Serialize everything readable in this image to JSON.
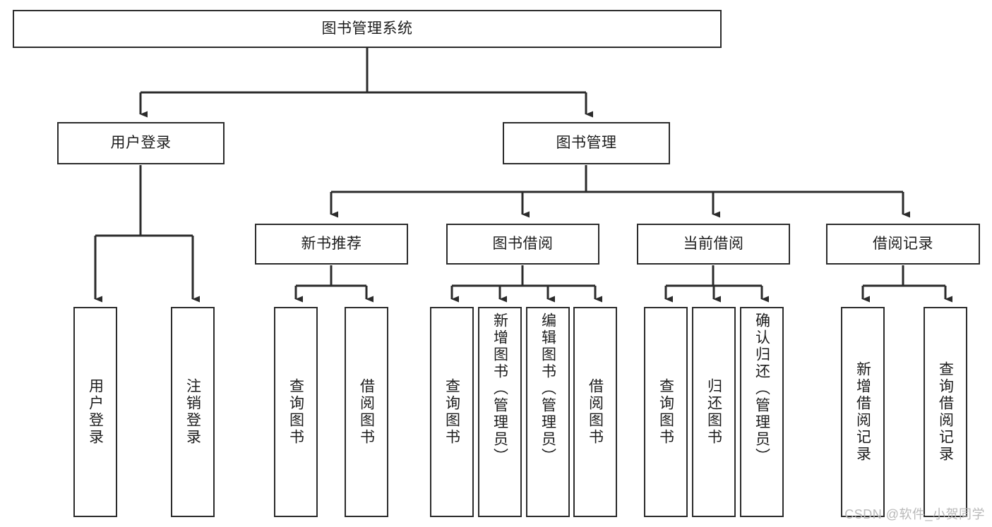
{
  "diagram": {
    "title": "图书管理系统",
    "watermark": "CSDN @软件_小贺同学",
    "line_color": "#2b2b2b",
    "box_fill": "#ffffff",
    "text_color": "#1d1d1d",
    "watermark_color": "#b9b9b9",
    "nodes": {
      "root": "图书管理系统",
      "level2": {
        "user_login": "用户登录",
        "book_manage": "图书管理"
      },
      "level3": {
        "new_book_recommend": "新书推荐",
        "book_borrow": "图书借阅",
        "current_borrow": "当前借阅",
        "borrow_record": "借阅记录"
      },
      "leaves": {
        "user_login_1": "用户登录",
        "user_login_2": "注销登录",
        "new_book_1": "查询图书",
        "new_book_2": "借阅图书",
        "book_borrow_1": "查询图书",
        "book_borrow_2": "新增图书（管理员）",
        "book_borrow_3": "编辑图书（管理员）",
        "book_borrow_4": "借阅图书",
        "current_borrow_1": "查询图书",
        "current_borrow_2": "归还图书",
        "current_borrow_3": "确认归还（管理员）",
        "borrow_record_1": "新增借阅记录",
        "borrow_record_2": "查询借阅记录"
      }
    }
  }
}
